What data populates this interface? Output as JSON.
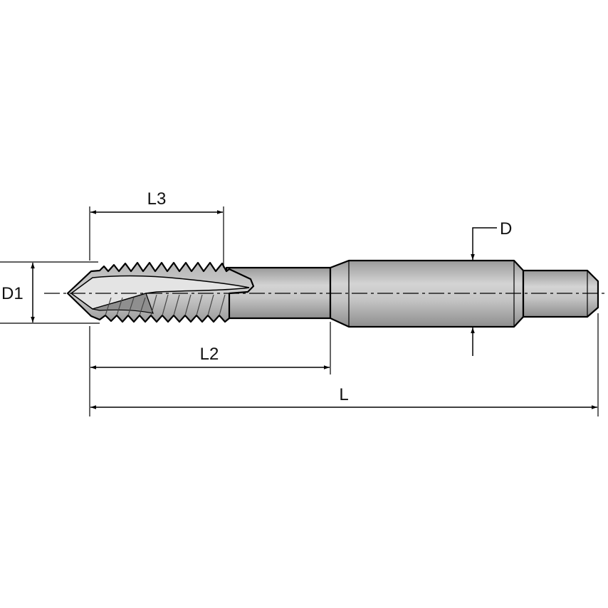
{
  "labels": {
    "l3": "L3",
    "d": "D",
    "d1": "D1",
    "l2": "L2",
    "l": "L"
  },
  "colors": {
    "tool_fill": "#c3c3c3",
    "tool_dark": "#8c8c8c",
    "tool_light": "#e6e6e6",
    "line": "#000000",
    "background": "#ffffff"
  }
}
